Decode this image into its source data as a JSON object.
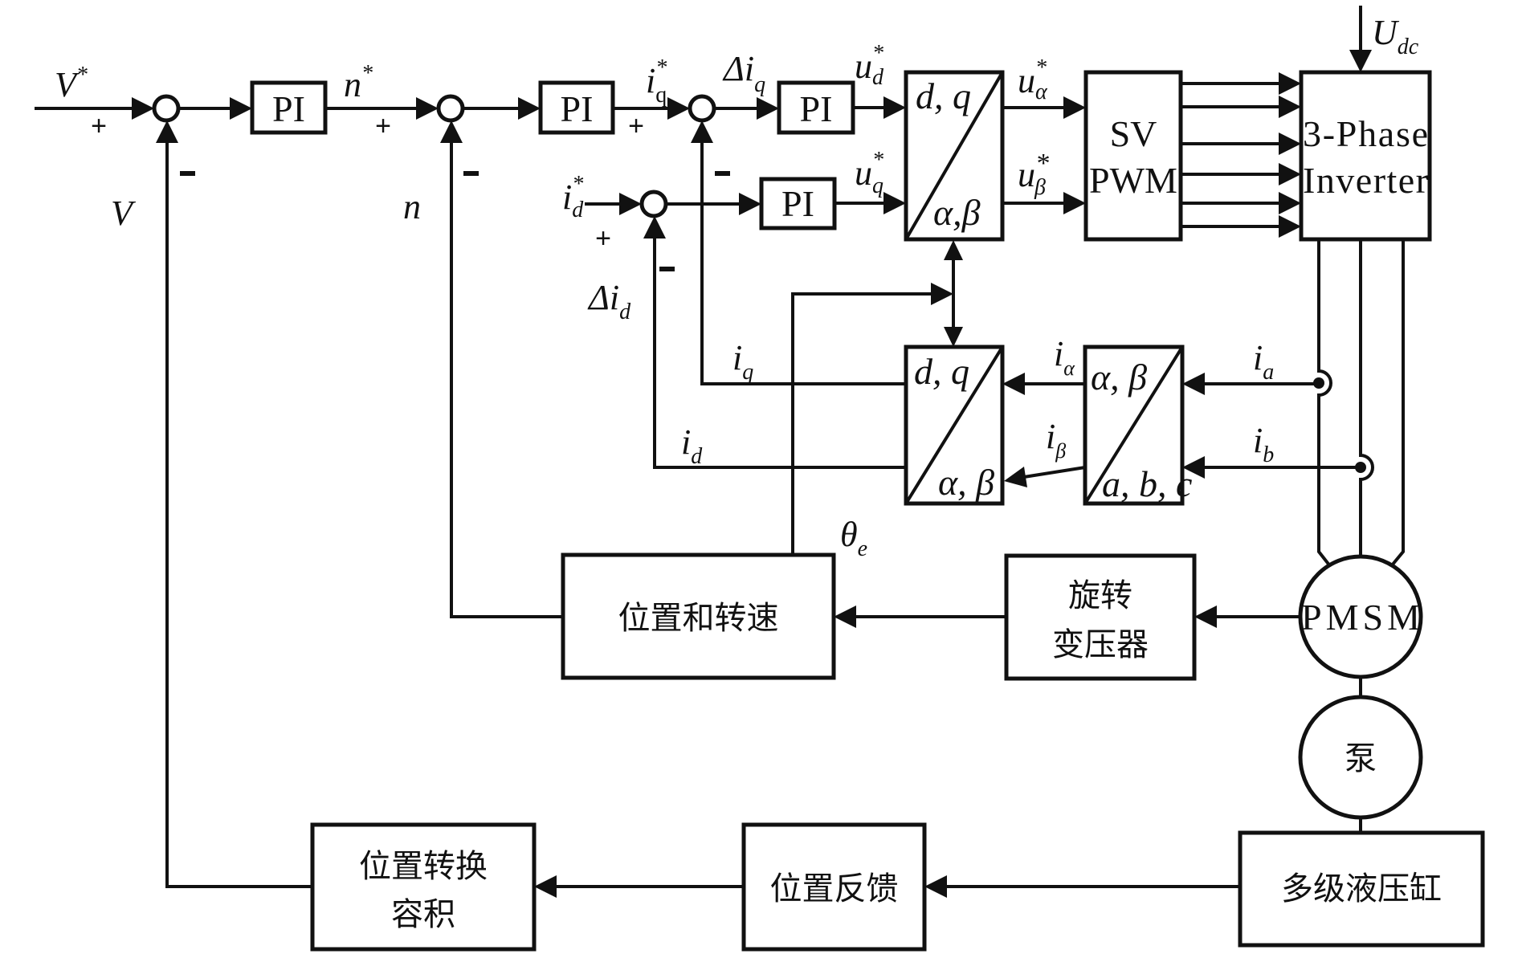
{
  "diagram": {
    "title": "PMSM position-speed-current triple closed-loop control of multi-stage hydraulic cylinder",
    "blocks": {
      "pi_speed_outer": "PI",
      "pi_speed": "PI",
      "pi_iq": "PI",
      "pi_id": "PI",
      "park_inverse": {
        "top": "d, q",
        "bottom": "α,β"
      },
      "svpwm": {
        "line1": "SV",
        "line2": "PWM"
      },
      "inverter": {
        "line1": "3-Phase",
        "line2": "Inverter"
      },
      "park": {
        "top": "d, q",
        "bottom": "α, β"
      },
      "clarke": {
        "top": "α, β",
        "bottom": "a, b, c"
      },
      "pos_speed": "位置和转速",
      "resolver": {
        "line1": "旋转",
        "line2": "变压器"
      },
      "pmsm": "PMSM",
      "pump": "泵",
      "cylinder": "多级液压缸",
      "pos_feedback": "位置反馈",
      "pos_convert": {
        "line1": "位置转换",
        "line2": "容积"
      }
    },
    "signals": {
      "v_ref": {
        "main": "V",
        "sup": "*"
      },
      "v_fb": {
        "main": "V"
      },
      "n_ref": {
        "main": "n",
        "sup": "*"
      },
      "n_fb": {
        "main": "n"
      },
      "iq_ref": {
        "main": "i",
        "sub": "q",
        "sup": "*"
      },
      "delta_iq": {
        "main": "Δi",
        "sub": "q"
      },
      "ud_ref": {
        "main": "u",
        "sub": "d",
        "sup": "*"
      },
      "id_ref": {
        "main": "i",
        "sub": "d",
        "sup": "*"
      },
      "delta_id": {
        "main": "Δi",
        "sub": "d"
      },
      "uq_ref": {
        "main": "u",
        "sub": "q",
        "sup": "*"
      },
      "ualpha_ref": {
        "main": "u",
        "sub": "α",
        "sup": "*"
      },
      "ubeta_ref": {
        "main": "u",
        "sub": "β",
        "sup": "*"
      },
      "iq_fb": {
        "main": "i",
        "sub": "q"
      },
      "id_fb": {
        "main": "i",
        "sub": "d"
      },
      "ialpha": {
        "main": "i",
        "sub": "α"
      },
      "ibeta": {
        "main": "i",
        "sub": "β"
      },
      "ia": {
        "main": "i",
        "sub": "a"
      },
      "ib": {
        "main": "i",
        "sub": "b"
      },
      "theta_e": {
        "main": "θ",
        "sub": "e"
      },
      "udc": {
        "main": "U",
        "sub": "dc"
      }
    },
    "signs": {
      "plus": "+",
      "minus": "-"
    }
  }
}
